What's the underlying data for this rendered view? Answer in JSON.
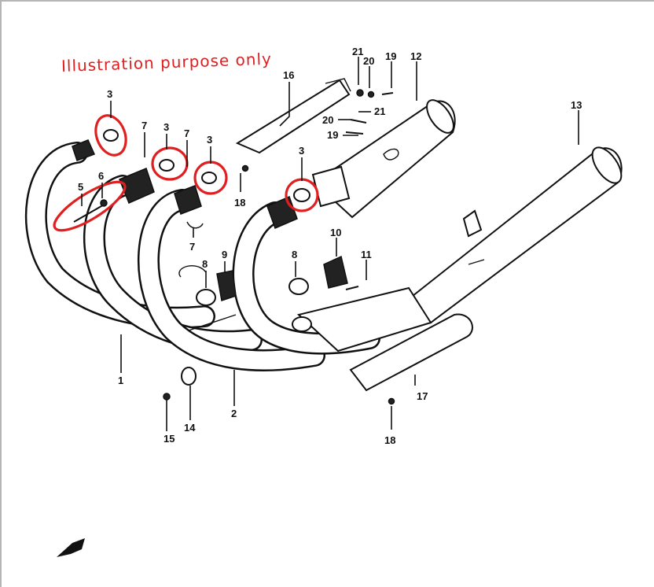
{
  "annotation": {
    "text": "Illustration purpose only",
    "color": "#e02020"
  },
  "callouts": [
    {
      "label": "1"
    },
    {
      "label": "2"
    },
    {
      "label": "3"
    },
    {
      "label": "3"
    },
    {
      "label": "3"
    },
    {
      "label": "3"
    },
    {
      "label": "5"
    },
    {
      "label": "6"
    },
    {
      "label": "7"
    },
    {
      "label": "7"
    },
    {
      "label": "7"
    },
    {
      "label": "8"
    },
    {
      "label": "8"
    },
    {
      "label": "9"
    },
    {
      "label": "10"
    },
    {
      "label": "11"
    },
    {
      "label": "12"
    },
    {
      "label": "13"
    },
    {
      "label": "14"
    },
    {
      "label": "15"
    },
    {
      "label": "16"
    },
    {
      "label": "17"
    },
    {
      "label": "18"
    },
    {
      "label": "18"
    },
    {
      "label": "19"
    },
    {
      "label": "19"
    },
    {
      "label": "20"
    },
    {
      "label": "20"
    },
    {
      "label": "21"
    },
    {
      "label": "21"
    }
  ],
  "highlight_color": "#e02020"
}
